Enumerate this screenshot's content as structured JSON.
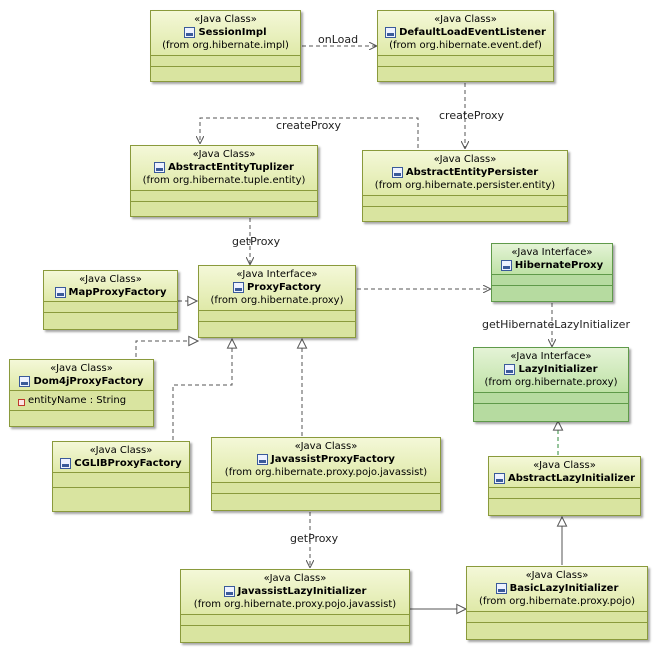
{
  "classes": [
    {
      "id": "session-impl",
      "stereotype": "«Java Class»",
      "name": "SessionImpl",
      "from": "(from org.hibernate.impl)",
      "icon": "java-class-icon"
    },
    {
      "id": "default-load-event-listener",
      "stereotype": "«Java Class»",
      "name": "DefaultLoadEventListener",
      "from": "(from org.hibernate.event.def)",
      "icon": "java-class-icon"
    },
    {
      "id": "abstract-entity-tuplizer",
      "stereotype": "«Java Class»",
      "name": "AbstractEntityTuplizer",
      "from": "(from org.hibernate.tuple.entity)",
      "icon": "java-class-icon"
    },
    {
      "id": "abstract-entity-persister",
      "stereotype": "«Java Class»",
      "name": "AbstractEntityPersister",
      "from": "(from org.hibernate.persister.entity)",
      "icon": "java-class-icon"
    },
    {
      "id": "map-proxy-factory",
      "stereotype": "«Java Class»",
      "name": "MapProxyFactory",
      "from": "",
      "icon": "java-class-icon"
    },
    {
      "id": "proxy-factory",
      "stereotype": "«Java Interface»",
      "name": "ProxyFactory",
      "from": "(from org.hibernate.proxy)",
      "icon": "java-interface-icon"
    },
    {
      "id": "hibernate-proxy",
      "stereotype": "«Java Interface»",
      "name": "HibernateProxy",
      "from": "",
      "icon": "java-interface-icon"
    },
    {
      "id": "dom4j-proxy-factory",
      "stereotype": "«Java Class»",
      "name": "Dom4jProxyFactory",
      "from": "",
      "icon": "java-class-icon",
      "attributes": [
        "entityName : String"
      ]
    },
    {
      "id": "lazy-initializer",
      "stereotype": "«Java Interface»",
      "name": "LazyInitializer",
      "from": "(from org.hibernate.proxy)",
      "icon": "java-interface-icon"
    },
    {
      "id": "cglib-proxy-factory",
      "stereotype": "«Java Class»",
      "name": "CGLIBProxyFactory",
      "from": "",
      "icon": "java-class-icon"
    },
    {
      "id": "javassist-proxy-factory",
      "stereotype": "«Java Class»",
      "name": "JavassistProxyFactory",
      "from": "(from org.hibernate.proxy.pojo.javassist)",
      "icon": "java-class-icon"
    },
    {
      "id": "abstract-lazy-initializer",
      "stereotype": "«Java Class»",
      "name": "AbstractLazyInitializer",
      "from": "",
      "icon": "java-class-icon"
    },
    {
      "id": "javassist-lazy-initializer",
      "stereotype": "«Java Class»",
      "name": "JavassistLazyInitializer",
      "from": "(from org.hibernate.proxy.pojo.javassist)",
      "icon": "java-class-icon"
    },
    {
      "id": "basic-lazy-initializer",
      "stereotype": "«Java Class»",
      "name": "BasicLazyInitializer",
      "from": "(from org.hibernate.proxy.pojo)",
      "icon": "java-class-icon"
    }
  ],
  "relations": [
    {
      "id": "on-load",
      "label": "onLoad",
      "from": "session-impl",
      "to": "default-load-event-listener",
      "kind": "dependency"
    },
    {
      "id": "create-proxy-tuplizer",
      "label": "createProxy",
      "from": "abstract-entity-persister",
      "to": "abstract-entity-tuplizer",
      "kind": "dependency"
    },
    {
      "id": "create-proxy-persister",
      "label": "createProxy",
      "from": "default-load-event-listener",
      "to": "abstract-entity-persister",
      "kind": "dependency"
    },
    {
      "id": "get-proxy-factory",
      "label": "getProxy",
      "from": "abstract-entity-tuplizer",
      "to": "proxy-factory",
      "kind": "dependency"
    },
    {
      "id": "proxy-factory-hibernate-proxy",
      "label": "",
      "from": "proxy-factory",
      "to": "hibernate-proxy",
      "kind": "dependency"
    },
    {
      "id": "get-hibernate-lazy-initializer",
      "label": "getHibernateLazyInitializer",
      "from": "hibernate-proxy",
      "to": "lazy-initializer",
      "kind": "dependency"
    },
    {
      "id": "map-realizes",
      "label": "",
      "from": "map-proxy-factory",
      "to": "proxy-factory",
      "kind": "realization"
    },
    {
      "id": "dom4j-realizes",
      "label": "",
      "from": "dom4j-proxy-factory",
      "to": "proxy-factory",
      "kind": "realization"
    },
    {
      "id": "cglib-realizes",
      "label": "",
      "from": "cglib-proxy-factory",
      "to": "proxy-factory",
      "kind": "realization"
    },
    {
      "id": "javassist-realizes",
      "label": "",
      "from": "javassist-proxy-factory",
      "to": "proxy-factory",
      "kind": "realization"
    },
    {
      "id": "abstract-lazy-realizes",
      "label": "",
      "from": "abstract-lazy-initializer",
      "to": "lazy-initializer",
      "kind": "realization"
    },
    {
      "id": "basic-extends",
      "label": "",
      "from": "basic-lazy-initializer",
      "to": "abstract-lazy-initializer",
      "kind": "generalization"
    },
    {
      "id": "javassist-lazy-extends",
      "label": "",
      "from": "javassist-lazy-initializer",
      "to": "basic-lazy-initializer",
      "kind": "generalization"
    },
    {
      "id": "get-proxy-javassist",
      "label": "getProxy",
      "from": "javassist-proxy-factory",
      "to": "javassist-lazy-initializer",
      "kind": "dependency"
    }
  ],
  "colors": {
    "class_fill": "#d9e4a0",
    "interface_fill": "#b6dba0",
    "line": "#555555"
  }
}
